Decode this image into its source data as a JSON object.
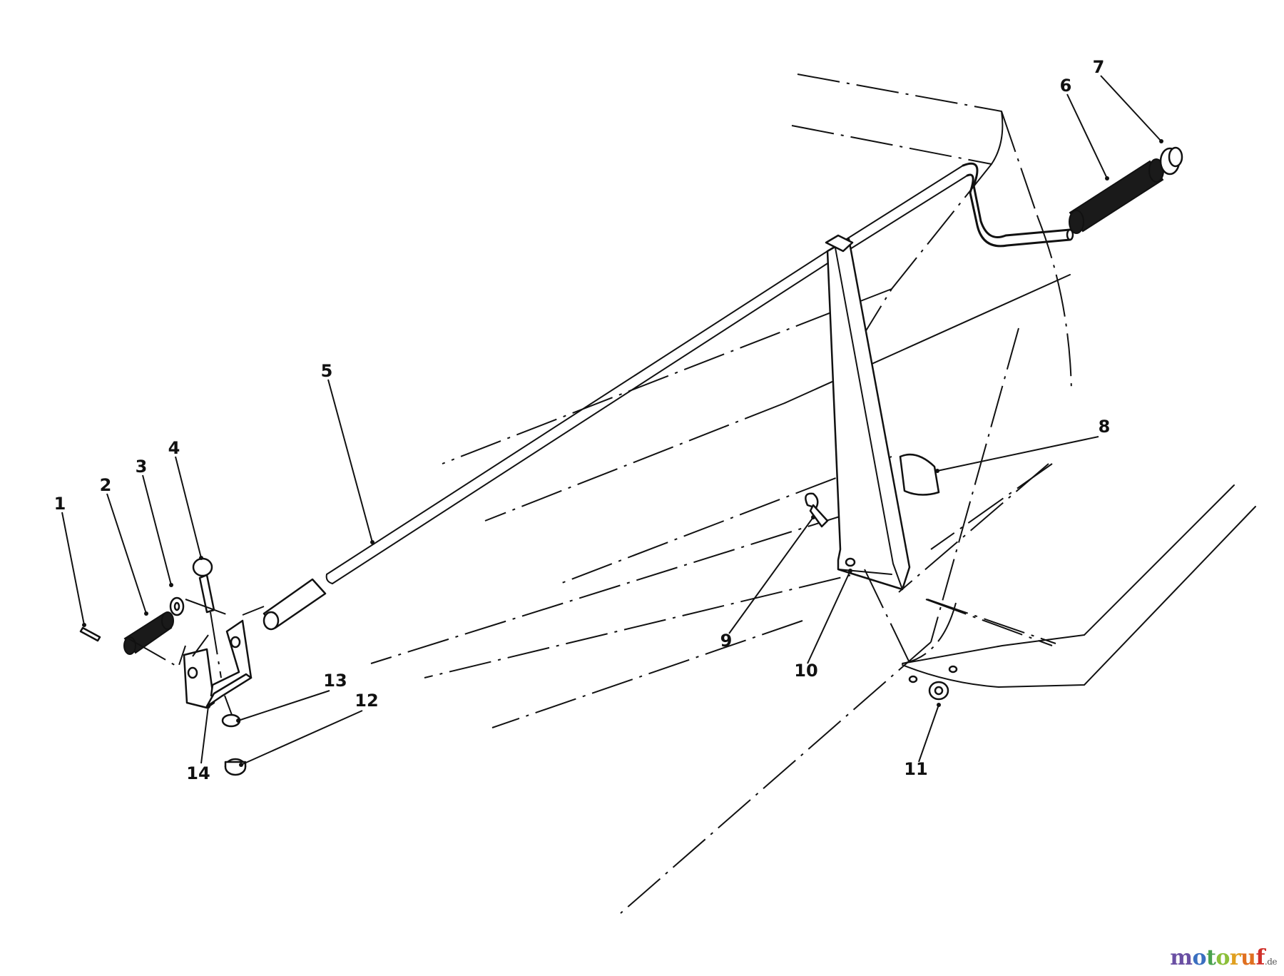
{
  "callouts": [
    "1",
    "2",
    "3",
    "4",
    "5",
    "6",
    "7",
    "8",
    "9",
    "10",
    "11",
    "12",
    "13",
    "14"
  ],
  "brand": {
    "parts": [
      {
        "text": "m",
        "color": "#6a4fa3"
      },
      {
        "text": "o",
        "color": "#3a6fc0"
      },
      {
        "text": "t",
        "color": "#4aa24e"
      },
      {
        "text": "o",
        "color": "#8cbf3a"
      },
      {
        "text": "r",
        "color": "#e0a020"
      },
      {
        "text": "u",
        "color": "#e07020"
      },
      {
        "text": "f",
        "color": "#d0302a"
      }
    ],
    "tld": ".de",
    "tld_color": "#555555"
  }
}
